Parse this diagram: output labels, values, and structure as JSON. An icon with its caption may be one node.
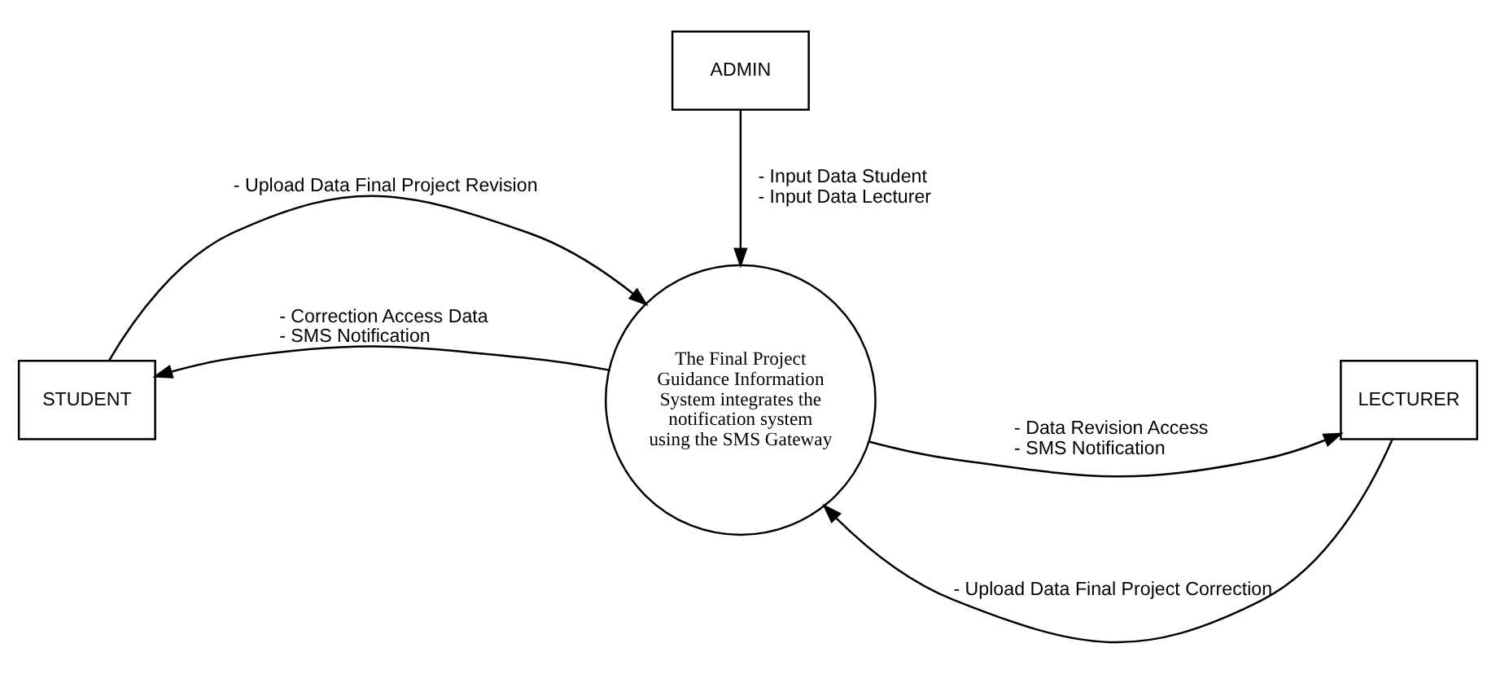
{
  "diagram": {
    "nodes": [
      {
        "text": [
          "ADMIN"
        ]
      },
      {
        "text": [
          "The Final Project Guidance Information System integrates the notification system using the SMS Gateway"
        ]
      },
      {
        "text": [
          "STUDENT"
        ]
      },
      {
        "text": [
          "LECTURER"
        ]
      }
    ],
    "edges": [
      {
        "from": 0,
        "to": 1,
        "arrow": "to",
        "label": [
          "- Input Data Student",
          "- Input Data Lecturer"
        ]
      },
      {
        "from": 2,
        "to": 1,
        "arrow": "to",
        "label": [
          "- Upload Data Final Project Revision"
        ]
      },
      {
        "from": 1,
        "to": 2,
        "arrow": "to",
        "label": [
          "- Correction Access Data",
          "- SMS Notification"
        ]
      },
      {
        "from": 3,
        "to": 1,
        "arrow": "to",
        "label": [
          "- Upload Data Final Project Correction"
        ]
      },
      {
        "from": 1,
        "to": 3,
        "arrow": "to",
        "label": [
          "- Data Revision Access",
          "- SMS Notification"
        ]
      }
    ]
  }
}
